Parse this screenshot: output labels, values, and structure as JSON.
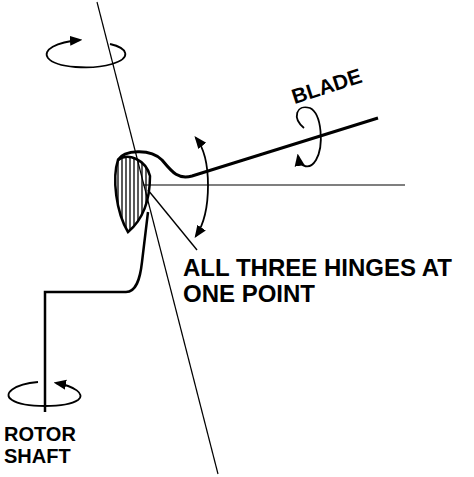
{
  "diagram": {
    "labels": [
      "BLADE",
      "ALL THREE HINGES AT ONE POINT",
      "ROTOR SHAFT"
    ]
  }
}
